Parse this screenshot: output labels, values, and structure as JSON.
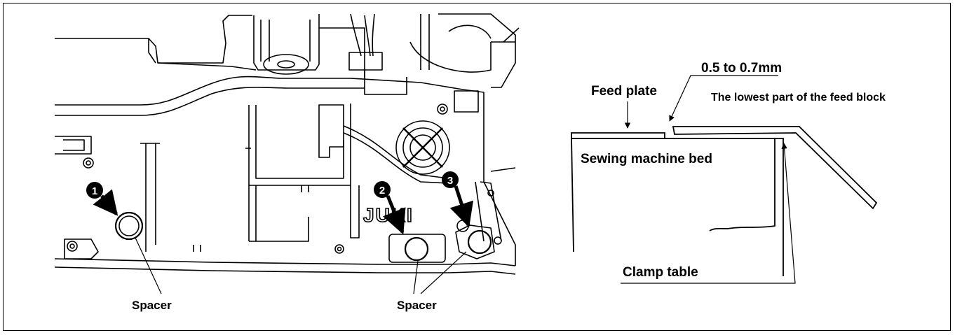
{
  "left_figure": {
    "callouts": [
      "1",
      "2",
      "3"
    ],
    "label_spacer_left": "Spacer",
    "label_spacer_right": "Spacer",
    "brand_emboss": "JUKI"
  },
  "right_figure": {
    "label_gap": "0.5 to 0.7mm",
    "label_feed_block": "The lowest part of the feed block",
    "label_feed_plate": "Feed plate",
    "label_bed": "Sewing machine bed",
    "label_clamp_table": "Clamp table"
  },
  "colors": {
    "ink": "#000000",
    "background": "#ffffff"
  }
}
